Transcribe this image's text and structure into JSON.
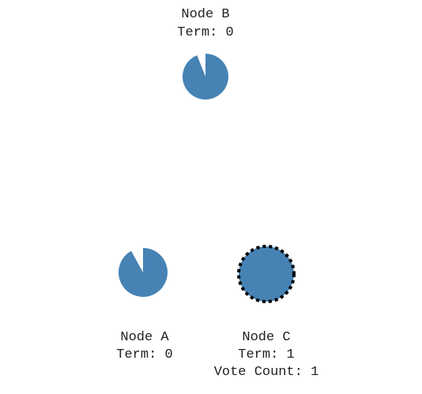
{
  "diagram": {
    "colors": {
      "node_fill": "#4682b4",
      "candidate_border": "#000000",
      "text": "#222222",
      "background": "#ffffff"
    },
    "nodes": [
      {
        "id": "b",
        "name": "Node B",
        "term_text": "Term: 0",
        "vote_text": "",
        "state": "follower",
        "timer_remaining": 0.94
      },
      {
        "id": "a",
        "name": "Node A",
        "term_text": "Term: 0",
        "vote_text": "",
        "state": "follower",
        "timer_remaining": 0.92
      },
      {
        "id": "c",
        "name": "Node C",
        "term_text": "Term: 1",
        "vote_text": "Vote Count: 1",
        "state": "candidate",
        "timer_remaining": 1.0
      }
    ]
  }
}
